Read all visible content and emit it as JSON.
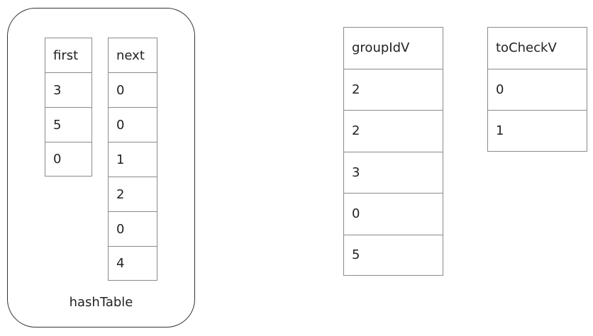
{
  "hash_table": {
    "label": "hashTable",
    "first": {
      "header": "first",
      "values": [
        "3",
        "5",
        "0"
      ]
    },
    "next": {
      "header": "next",
      "values": [
        "0",
        "0",
        "1",
        "2",
        "0",
        "4"
      ]
    }
  },
  "group_id_v": {
    "header": "groupIdV",
    "values": [
      "2",
      "2",
      "3",
      "0",
      "5"
    ]
  },
  "to_check_v": {
    "header": "toCheckV",
    "values": [
      "0",
      "1"
    ]
  }
}
